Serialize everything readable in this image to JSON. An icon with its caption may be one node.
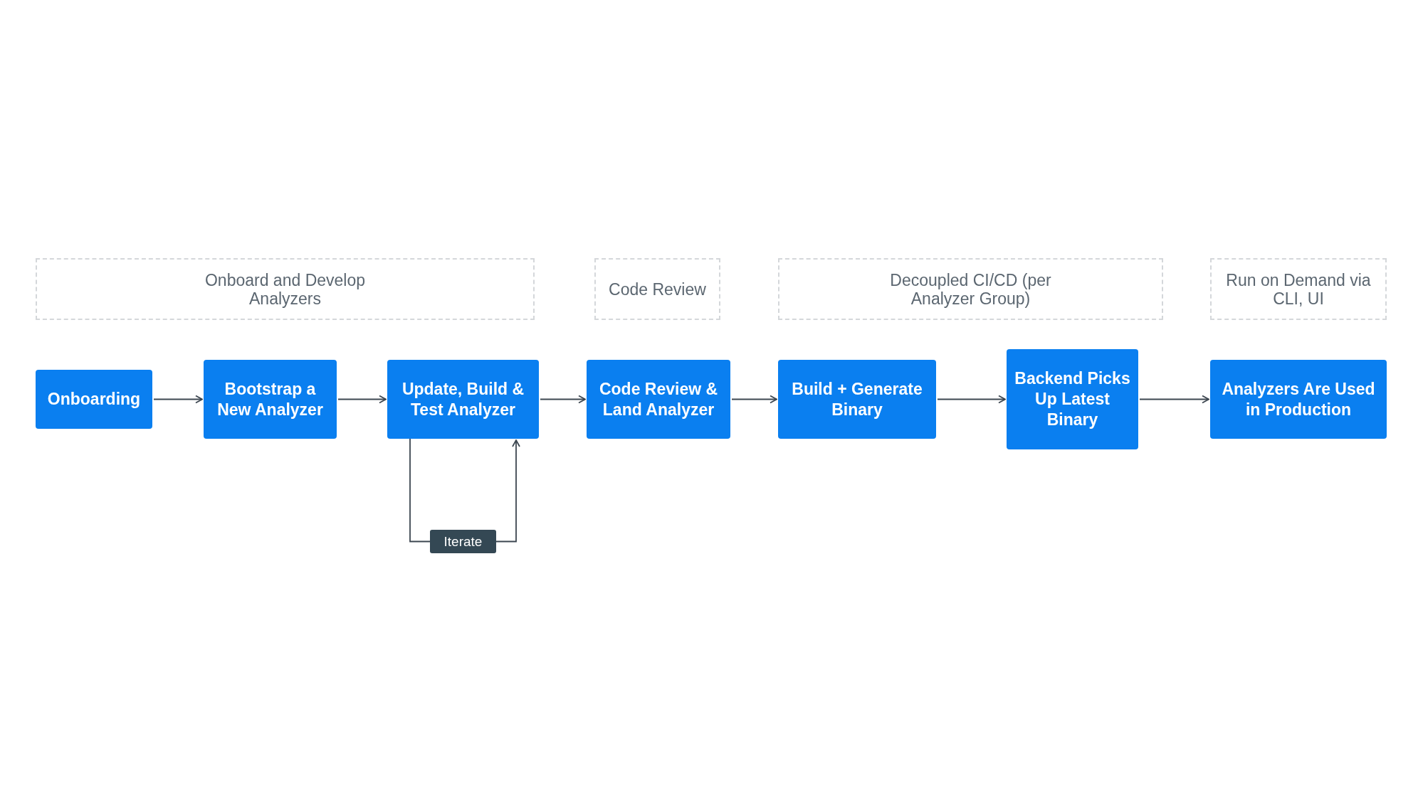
{
  "diagram": {
    "nodes": [
      {
        "text": [
          "Onboard and Develop Analyzers"
        ]
      },
      {
        "text": [
          "Code Review"
        ]
      },
      {
        "text": [
          "Decoupled CI/CD (per Analyzer Group)"
        ]
      },
      {
        "text": [
          "Run on Demand via CLI, UI"
        ]
      },
      {
        "text": [
          "Onboarding"
        ]
      },
      {
        "text": [
          "Bootstrap a New Analyzer"
        ]
      },
      {
        "text": [
          "Update, Build & Test Analyzer"
        ]
      },
      {
        "text": [
          "Code Review & Land Analyzer"
        ]
      },
      {
        "text": [
          "Build + Generate Binary"
        ]
      },
      {
        "text": [
          "Backend Picks Up Latest Binary"
        ]
      },
      {
        "text": [
          "Analyzers Are Used in Production"
        ]
      },
      {
        "text": [
          "Iterate"
        ]
      }
    ],
    "edges": [
      {
        "from": 4,
        "to": 5,
        "arrow": "to"
      },
      {
        "from": 5,
        "to": 6,
        "arrow": "to"
      },
      {
        "from": 6,
        "to": 7,
        "arrow": "to"
      },
      {
        "from": 7,
        "to": 8,
        "arrow": "to"
      },
      {
        "from": 8,
        "to": 9,
        "arrow": "to"
      },
      {
        "from": 9,
        "to": 10,
        "arrow": "to"
      },
      {
        "from": 6,
        "to": 11,
        "arrow": "none"
      },
      {
        "from": 11,
        "to": 6,
        "arrow": "to"
      }
    ]
  }
}
